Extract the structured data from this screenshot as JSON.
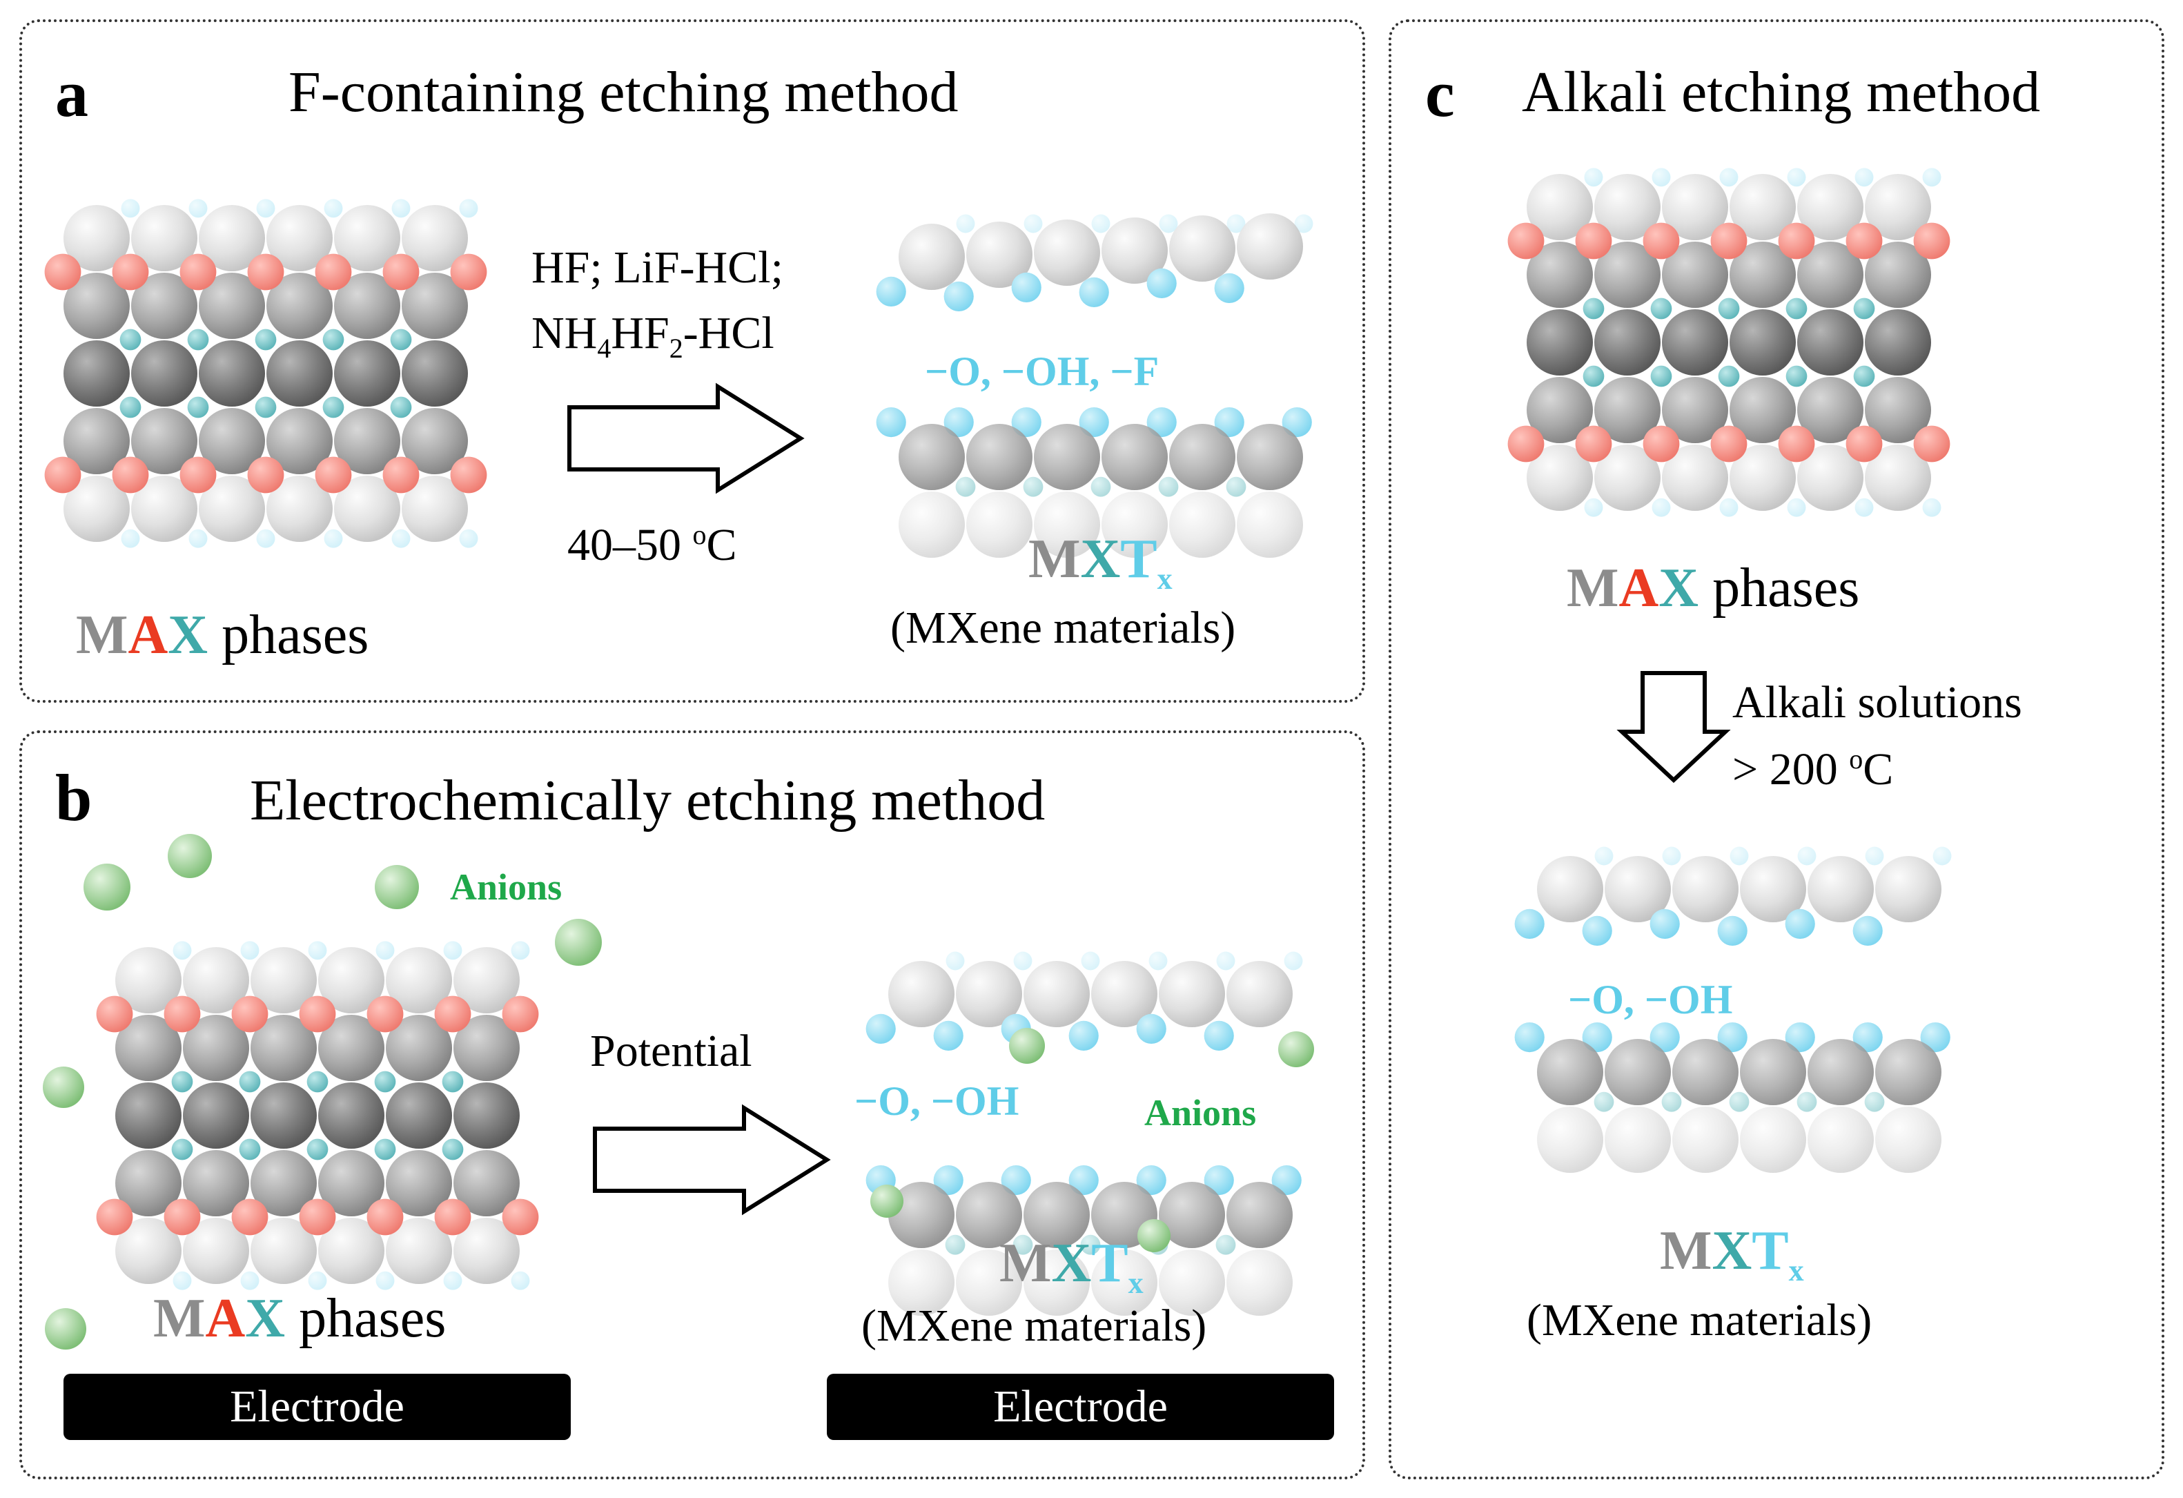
{
  "panels": {
    "a": {
      "letter": "a",
      "title": "F-containing etching method",
      "conditions_line1": "HF; LiF-HCl;",
      "conditions_line2_parts": [
        "NH",
        "4",
        "HF",
        "2",
        "-HCl"
      ],
      "temperature_parts": [
        "40–50 ",
        "o",
        "C"
      ],
      "terminations": "−O, −OH, −F",
      "product_label": {
        "m": "M",
        "x": "X",
        "t": "T",
        "sub": "x"
      },
      "product_name": "(MXene materials)",
      "precursor_label": {
        "m": "M",
        "a": "A",
        "x": "X",
        "rest": " phases"
      }
    },
    "b": {
      "letter": "b",
      "title": "Electrochemically etching method",
      "anions_label_1": "Anions",
      "anions_label_2": "Anions",
      "condition": "Potential",
      "terminations": "−O, −OH",
      "product_label": {
        "m": "M",
        "x": "X",
        "t": "T",
        "sub": "x"
      },
      "product_name": "(MXene materials)",
      "precursor_label": {
        "m": "M",
        "a": "A",
        "x": "X",
        "rest": " phases"
      },
      "electrode_left": "Electrode",
      "electrode_right": "Electrode"
    },
    "c": {
      "letter": "c",
      "title": "Alkali etching method",
      "precursor_label": {
        "m": "M",
        "a": "A",
        "x": "X",
        "rest": " phases"
      },
      "condition_line1": "Alkali solutions",
      "condition_line2_parts": [
        "> 200 ",
        "o",
        "C"
      ],
      "terminations": "−O, −OH",
      "product_label": {
        "m": "M",
        "x": "X",
        "t": "T",
        "sub": "x"
      },
      "product_name": "(MXene materials)"
    }
  },
  "colors": {
    "m_atom_light": "#e6e6e6",
    "m_atom_dark": "#8a8a8a",
    "a_atom": "#f28b82",
    "x_atom": "#7cc9cc",
    "termination_atom": "#8fdcf2",
    "anion_atom": "#8fc98a",
    "m_letter": "#8c8c8c",
    "a_letter": "#ea3b22",
    "x_letter": "#3fa9a9",
    "t_letter": "#5fcde8",
    "anion_text": "#1fa84a"
  }
}
